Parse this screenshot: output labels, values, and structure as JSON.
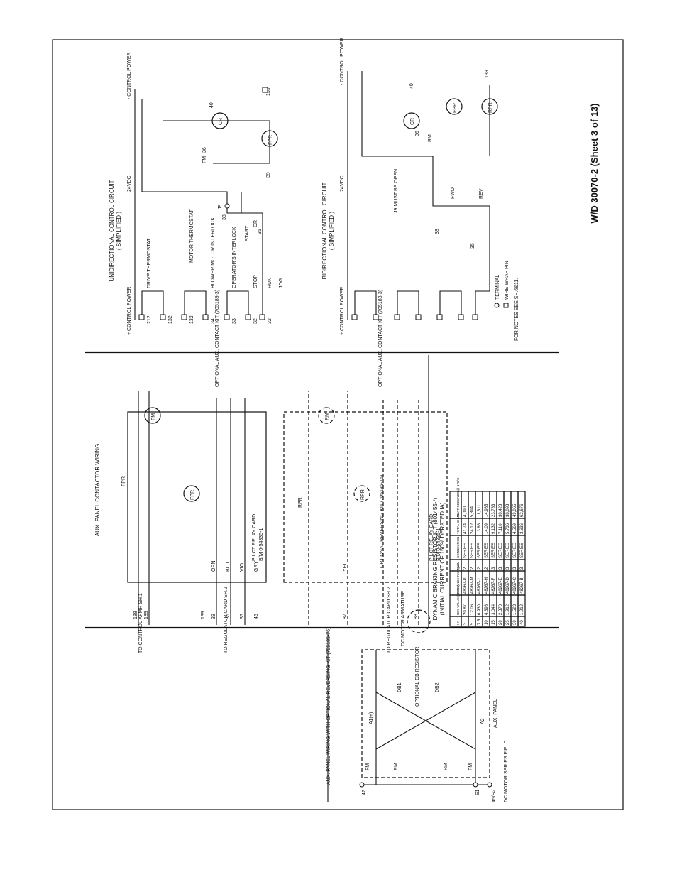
{
  "title": "W/D 30070-2 (Sheet 3 of 13)",
  "uni": {
    "heading": "UNIDIRECTIONAL CONTROL CIRCUIT",
    "sub": "( SIMPLIFIED )",
    "volt": "24VDC",
    "neg": "- CONTROL POWER",
    "pos": "+ CONTROL POWER",
    "t212": "212",
    "t132": "132",
    "t132b": "132",
    "t34": "34",
    "t33": "33",
    "t32": "32",
    "t32b": "32",
    "drive": "DRIVE THERMOSTAT",
    "motor": "MOTOR THERMOSTAT",
    "blower": "BLOWER MOTOR INTERLOCK",
    "oper": "OPERATOR'S INTERLOCK",
    "stop": "STOP",
    "start": "START",
    "run": "RUN",
    "jog": "JOG",
    "cr": "CR",
    "fpr": "FPR",
    "fm": "FM",
    "t36": "36",
    "t40": "40",
    "t139": "139",
    "t39": "39",
    "t38": "38",
    "t35": "35",
    "j9": "J9"
  },
  "bi": {
    "heading": "BIDIRECTIONAL CONTROL CIRCUIT",
    "sub": "( SIMPLIFIED )",
    "volt": "24VDC",
    "neg": "- CONTROL POWER",
    "pos": "+ CONTROL POWER",
    "mustopen": "J9 MUST BE OPEN",
    "fwd": "FWD",
    "rev": "REV",
    "fpr": "FPR",
    "rpr": "RPR",
    "rm": "RM",
    "cr": "CR",
    "t40": "40",
    "t139": "139",
    "t36": "36",
    "t38": "38",
    "t35": "35",
    "terminal": "TERMINAL",
    "wirewrap": "WIRE WRAP PIN",
    "notes": "FOR NOTES SEE SH.6&11."
  },
  "aux": {
    "heading": "AUX. PANEL CONTACTOR WIRING",
    "fpr": "FPR",
    "fm": "FM",
    "rpr": "RPR",
    "rm": "RM",
    "relay": "PILOT RELAY CARD",
    "relaypn": "B/M 0-54335-1",
    "optkit1": "OPTIONAL AUX. CONTACT KIT (705188-3)",
    "optkit2": "OPTIONAL AUX. CONTACT KIT (705188-3)",
    "revkit": "OPTIONAL REVERSING KIT (705185-76)",
    "toctrl": "TO CONTROL XFMR SH.1",
    "toreg": "TO REGULATOR CARD SH.2",
    "toreg2": "TO REGULATOR CARD SH.2",
    "w188": "188",
    "w189": "189",
    "w139": "139",
    "w39": "39",
    "w36": "36",
    "w35": "35",
    "w45": "45",
    "w87": "87",
    "w88": "88",
    "orn": "ORN",
    "yel": "YEL",
    "blu": "BLU",
    "vio": "VIO",
    "gry": "GRY"
  },
  "rev": {
    "heading": "AUX. PANEL WIRING WITH OPTIONAL REVERSING KIT (705185-76)",
    "arm": "DC MOTOR ARMATURE",
    "field": "DC MOTOR SERIES FIELD",
    "optdb": "OPTIONAL DB RESISTOR",
    "auxpanel": "AUX. PANEL",
    "db1": "DB1",
    "db2": "DB2",
    "a1": "A1(+)",
    "a2": "A2",
    "t47": "47",
    "s1": "S1",
    "s2": "45/S2",
    "fm": "FM",
    "rm": "RM"
  },
  "table": {
    "caption": "DYNAMIC BRAKING RESISTOR KIT (801455-*)",
    "caption2": "(INITIAL CURRENT OF 150% DERATED IA)",
    "headers": [
      "HP",
      "RES VALUE (OHMS)",
      "RELIANCE PART NO.",
      "QUA",
      "CONNECTION",
      "TOTAL OHMS",
      "WATT-SECONDS @ 175°C"
    ],
    "rows": [
      [
        "3",
        "20.87",
        "48267-P",
        "2",
        "SERIES",
        "41.74",
        "4,090"
      ],
      [
        "5",
        "12.06",
        "48267-M",
        "2",
        "SERIES",
        "24.12",
        "5,894"
      ],
      [
        "7.5",
        "6.930",
        "48267-J",
        "2",
        "SERIES",
        "13.86",
        "11,811"
      ],
      [
        "10",
        "4.898",
        "48267-H",
        "2",
        "SERIES",
        "14.09",
        "14,985"
      ],
      [
        "15",
        "3.044",
        "48267-F",
        "3",
        "SERIES",
        "9.132",
        "23,783"
      ],
      [
        "20",
        "2.370",
        "48267-E",
        "3",
        "SERIES",
        "7.110",
        "30,428"
      ],
      [
        "25",
        "1.912",
        "48267-D",
        "3",
        "SERIES",
        "5.736",
        "38,093"
      ],
      [
        "30",
        "1.523",
        "48267-C",
        "3",
        "SERIES",
        "4.569",
        "49,065"
      ],
      [
        "40",
        "1.212",
        "48267-B",
        "3",
        "SERIES",
        "3.636",
        "62,676"
      ]
    ]
  }
}
